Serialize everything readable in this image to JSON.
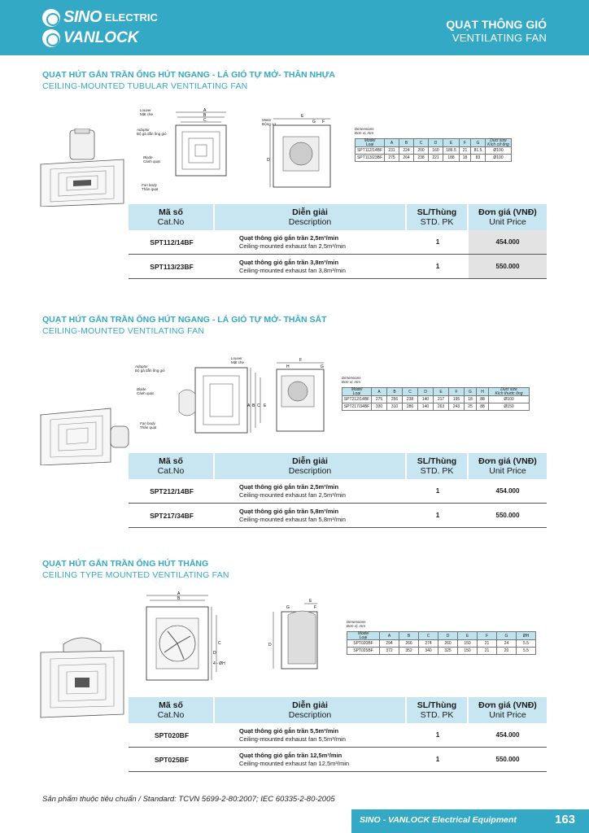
{
  "header": {
    "brand_sino": "SINO",
    "brand_electric": "ELECTRIC",
    "brand_vanlock": "VANLOCK",
    "title_vn": "QUẠT THÔNG GIÓ",
    "title_en": "VENTILATING FAN",
    "accent_color": "#33a9c6"
  },
  "headings": {
    "code_vn": "Mã số",
    "code_en": "Cat.No",
    "desc_vn": "Diễn giải",
    "desc_en": "Description",
    "pack_vn": "SL/Thùng",
    "pack_en": "STD. PK",
    "price_vn": "Đơn giá (VNĐ)",
    "price_en": "Unit Price"
  },
  "sections": [
    {
      "title": "QUẠT HÚT GẮN TRẦN ỐNG HÚT NGANG - LÁ GIÓ TỰ MỞ- THÂN NHỰA",
      "subtitle": "CEILING-MOUNTED TUBULAR VENTILATING FAN",
      "labels": {
        "louver": "Louver",
        "louver_vn": "Mặt che",
        "adaptor": "Adaptor",
        "adaptor_vn": "Bộ gá dẫn ống gió",
        "blade": "Blade",
        "blade_vn": "Cánh quạt",
        "fanbody": "Fan body",
        "fanbody_vn": "Thân quạt",
        "motor": "Motor",
        "motor_vn": "Động cơ"
      },
      "dim": {
        "caption": "Dimensions",
        "caption_vn": "Đơn vị: mm",
        "model": "Model",
        "model_vn": "Loại",
        "cols": [
          "A",
          "B",
          "C",
          "D",
          "E",
          "F",
          "G"
        ],
        "duct": "Duct size",
        "duct_vn": "Kích cỡ ống",
        "rows": [
          [
            "SPT112/14BF",
            "231",
            "224",
            "200",
            "160",
            "186.5",
            "21",
            "81.5",
            "Ø100"
          ],
          [
            "SPT113/23BF",
            "275",
            "264",
            "238",
            "221",
            "188",
            "18",
            "83",
            "Ø100"
          ]
        ]
      },
      "items": [
        {
          "code": "SPT112/14BF",
          "desc_vn": "Quạt thông gió gắn trần 2,5m³/min",
          "desc_en": "Ceiling-mounted exhaust fan 2,5m³/min",
          "pack": "1",
          "price": "454.000"
        },
        {
          "code": "SPT113/23BF",
          "desc_vn": "Quạt thông gió gắn trần 3,8m³/min",
          "desc_en": "Ceiling-mounted exhaust fan 3,8m³/min",
          "pack": "1",
          "price": "550.000"
        }
      ]
    },
    {
      "title": "QUẠT HÚT GẮN TRẦN ỐNG HÚT NGANG - LÁ GIÓ TỰ MỞ- THÂN SẮT",
      "subtitle": "CEILING-MOUNTED VENTILATING FAN",
      "labels": {
        "louver": "Louver",
        "louver_vn": "Mặt che",
        "adaptor": "Adaptor",
        "adaptor_vn": "Bộ gá dẫn ống gió",
        "blade": "Blade",
        "blade_vn": "Cánh quạt",
        "fanbody": "Fan body",
        "fanbody_vn": "Thân quạt"
      },
      "dim": {
        "caption": "Dimensions",
        "caption_vn": "Đơn vị: mm",
        "model": "Model",
        "model_vn": "Loại",
        "cols": [
          "A",
          "B",
          "C",
          "D",
          "E",
          "F",
          "G",
          "H"
        ],
        "duct": "Duct size",
        "duct_vn": "Kích thước ống",
        "rows": [
          [
            "SPT212/14BF",
            "275",
            "256",
            "238",
            "140",
            "217",
            "195",
            "18",
            "88",
            "Ø100"
          ],
          [
            "SPT217/34BF",
            "330",
            "310",
            "286",
            "140",
            "263",
            "243",
            "25",
            "88",
            "Ø150"
          ]
        ]
      },
      "items": [
        {
          "code": "SPT212/14BF",
          "desc_vn": "Quạt thông gió gắn trần 2,5m³/min",
          "desc_en": "Ceiling-mounted exhaust fan 2,5m³/min",
          "pack": "1",
          "price": "454.000"
        },
        {
          "code": "SPT217/34BF",
          "desc_vn": "Quạt thông gió gắn trần 5,8m³/min",
          "desc_en": "Ceiling-mounted exhaust fan 5,8m³/min",
          "pack": "1",
          "price": "550.000"
        }
      ]
    },
    {
      "title": "QUẠT HÚT GẮN TRẦN ỐNG HÚT THẲNG",
      "subtitle": "CEILING TYPE MOUNTED VENTILATING FAN",
      "labels": {
        "hole": "4 - ØH"
      },
      "dim": {
        "caption": "Dimensions",
        "caption_vn": "Đơn vị: mm",
        "model": "Model",
        "model_vn": "Loại",
        "cols": [
          "A",
          "B",
          "C",
          "D",
          "E",
          "F",
          "G",
          "ØH"
        ],
        "duct": "",
        "duct_vn": "",
        "rows": [
          [
            "SPT020BF",
            "294",
            "266",
            "274",
            "260",
            "150",
            "21",
            "24",
            "5.5"
          ],
          [
            "SPT025BF",
            "372",
            "352",
            "340",
            "325",
            "150",
            "21",
            "20",
            "5.5"
          ]
        ]
      },
      "items": [
        {
          "code": "SPT020BF",
          "desc_vn": "Quạt thông gió gắn trần 5,5m³/min",
          "desc_en": "Ceiling-mounted exhaust fan 5,5m³/min",
          "pack": "1",
          "price": "454.000"
        },
        {
          "code": "SPT025BF",
          "desc_vn": "Quạt thông gió gắn trần 12,5m³/min",
          "desc_en": "Ceiling-mounted exhaust fan 12,5m³/min",
          "pack": "1",
          "price": "550.000"
        }
      ]
    }
  ],
  "footer": {
    "standard": "Sản phẩm thuộc tiêu chuẩn / Standard: TCVN 5699-2-80:2007; IEC 60335-2-80-2005",
    "brand_line": "SINO - VANLOCK Electrical Equipment",
    "page": "163"
  }
}
